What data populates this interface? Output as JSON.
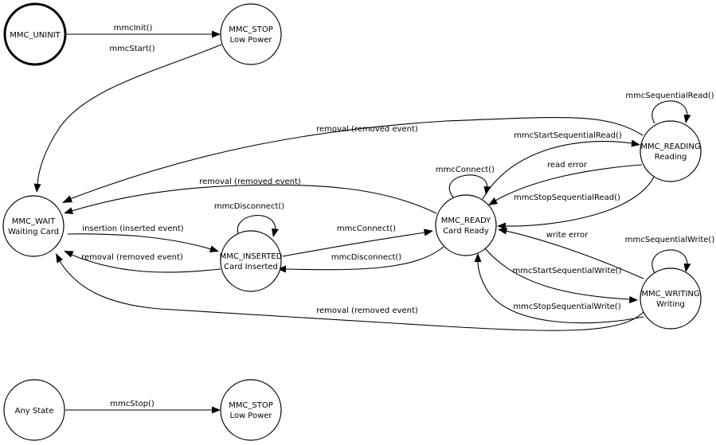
{
  "diagram": {
    "nodes": {
      "uninit": {
        "lines": [
          "MMC_UNINIT"
        ],
        "initial": true
      },
      "stop_top": {
        "lines": [
          "MMC_STOP",
          "Low Power"
        ]
      },
      "wait": {
        "lines": [
          "MMC_WAIT",
          "Waiting Card"
        ]
      },
      "inserted": {
        "lines": [
          "MMC_INSERTED",
          "Card Inserted"
        ]
      },
      "ready": {
        "lines": [
          "MMC_READY",
          "Card Ready"
        ]
      },
      "reading": {
        "lines": [
          "MMC_READING",
          "Reading"
        ]
      },
      "writing": {
        "lines": [
          "MMC_WRITING",
          "Writing"
        ]
      },
      "any_state": {
        "lines": [
          "Any State"
        ]
      },
      "stop_bottom": {
        "lines": [
          "MMC_STOP",
          "Low Power"
        ]
      }
    },
    "edges": [
      {
        "from": "uninit",
        "to": "stop_top",
        "label": "mmcInit()"
      },
      {
        "from": "stop_top",
        "to": "wait",
        "label": "mmcStart()"
      },
      {
        "from": "reading",
        "to": "wait",
        "label": "removal (removed event)"
      },
      {
        "from": "ready",
        "to": "wait",
        "label": "removal (removed event)"
      },
      {
        "from": "wait",
        "to": "inserted",
        "label": "insertion (inserted event)"
      },
      {
        "from": "inserted",
        "to": "wait",
        "label": "removal (removed event)"
      },
      {
        "from": "writing",
        "to": "wait",
        "label": "removal (removed event)"
      },
      {
        "from": "inserted",
        "to": "inserted",
        "label": "mmcDisconnect()"
      },
      {
        "from": "inserted",
        "to": "ready",
        "label": "mmcConnect()"
      },
      {
        "from": "ready",
        "to": "inserted",
        "label": "mmcDisconnect()"
      },
      {
        "from": "ready",
        "to": "ready",
        "label": "mmcConnect()"
      },
      {
        "from": "ready",
        "to": "reading",
        "label": "mmcStartSequentialRead()"
      },
      {
        "from": "reading",
        "to": "ready",
        "label": "read error"
      },
      {
        "from": "reading",
        "to": "ready",
        "label": "mmcStopSequentialRead()"
      },
      {
        "from": "reading",
        "to": "reading",
        "label": "mmcSequentialRead()"
      },
      {
        "from": "writing",
        "to": "ready",
        "label": "write error"
      },
      {
        "from": "ready",
        "to": "writing",
        "label": "mmcStartSequentialWrite()"
      },
      {
        "from": "writing",
        "to": "ready",
        "label": "mmcStopSequentialWrite()"
      },
      {
        "from": "writing",
        "to": "writing",
        "label": "mmcSequentialWrite()"
      },
      {
        "from": "any_state",
        "to": "stop_bottom",
        "label": "mmcStop()"
      }
    ]
  }
}
